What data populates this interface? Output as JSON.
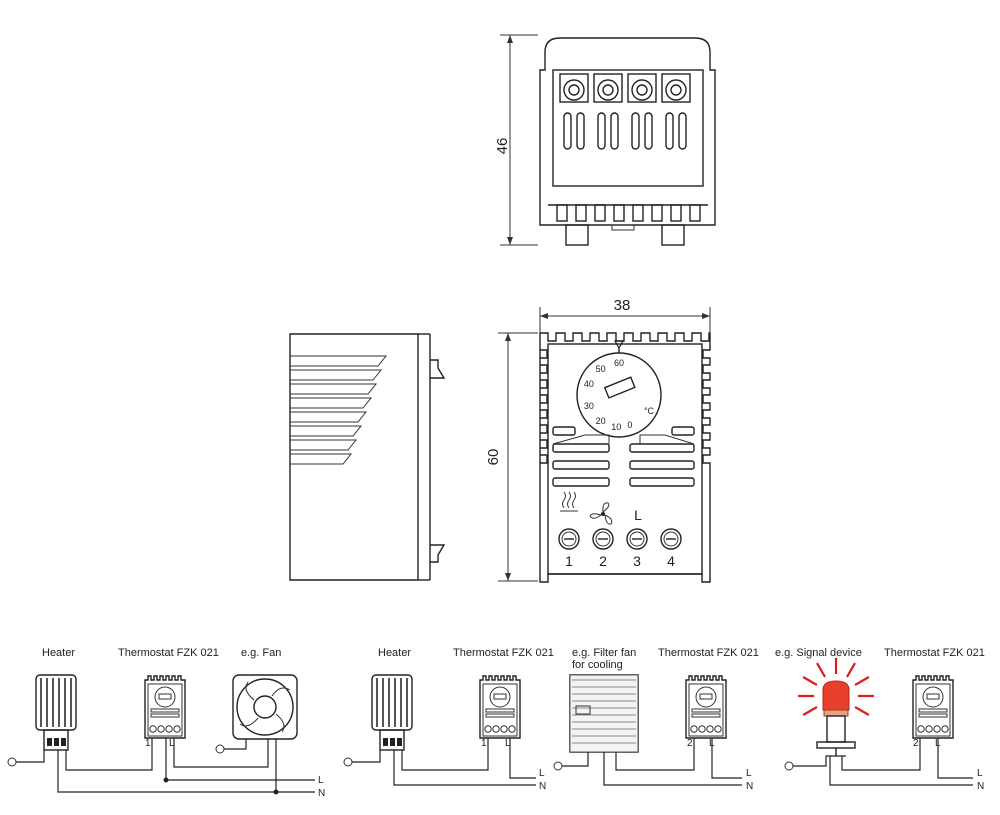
{
  "dimensions": {
    "height_top": "46",
    "width_front": "38",
    "height_front": "60"
  },
  "dial": {
    "scale": [
      "0",
      "10",
      "20",
      "30",
      "40",
      "50",
      "60"
    ],
    "unit": "°C"
  },
  "terminals": {
    "numbers": [
      "1",
      "2",
      "3",
      "4"
    ],
    "label_L": "L"
  },
  "wiring": {
    "heater": "Heater",
    "thermostat": "Thermostat  FZK  021",
    "fan": "e.g. Fan",
    "filter_fan_line1": "e.g. Filter fan",
    "filter_fan_line2": "for cooling",
    "signal_device": "e.g. Signal device",
    "line_L": "L",
    "line_N": "N",
    "term_1": "1",
    "term_2": "2",
    "term_L": "L"
  },
  "colors": {
    "line": "#222222",
    "lamp": "#e8402a",
    "lamp_rays": "#e11b1b"
  },
  "icons": [
    "heater-symbol-icon",
    "fan-symbol-icon",
    "ground-icon"
  ]
}
